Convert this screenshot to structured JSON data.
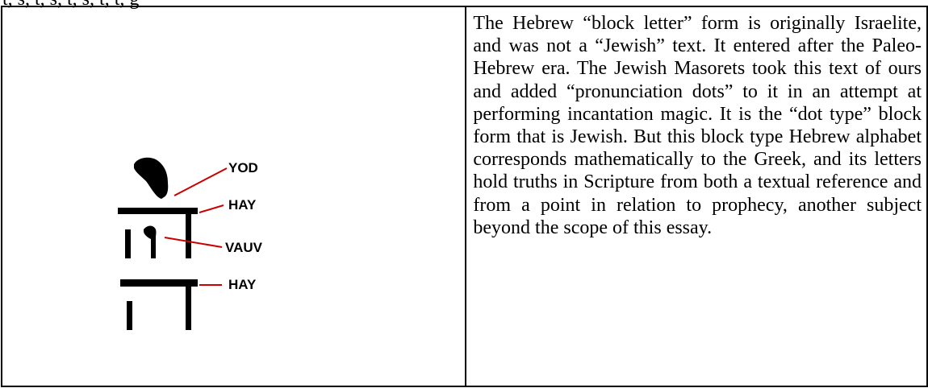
{
  "header": {
    "cut_text": "t, s, t, s, t, s, t, t, g"
  },
  "figure": {
    "labels": [
      "YOD",
      "HAY",
      "VAUV",
      "HAY"
    ],
    "colors": {
      "glyph": "#000000",
      "pointer": "#cc0000"
    }
  },
  "essay": {
    "paragraph": "The Hebrew “block letter” form is originally  Israelite, and was not a “Jewish” text. It entered after the Paleo-Hebrew era. The Jewish Masorets took  this text of ours and added “pronunciation dots” to it in an attempt at performing incantation magic.  It is the “dot type” block form that is Jewish. But this block type Hebrew alphabet corresponds mathematically to the Greek, and its letters hold truths in Scripture from both a textual reference and from a point in relation to prophecy, another subject beyond the scope of this essay."
  }
}
